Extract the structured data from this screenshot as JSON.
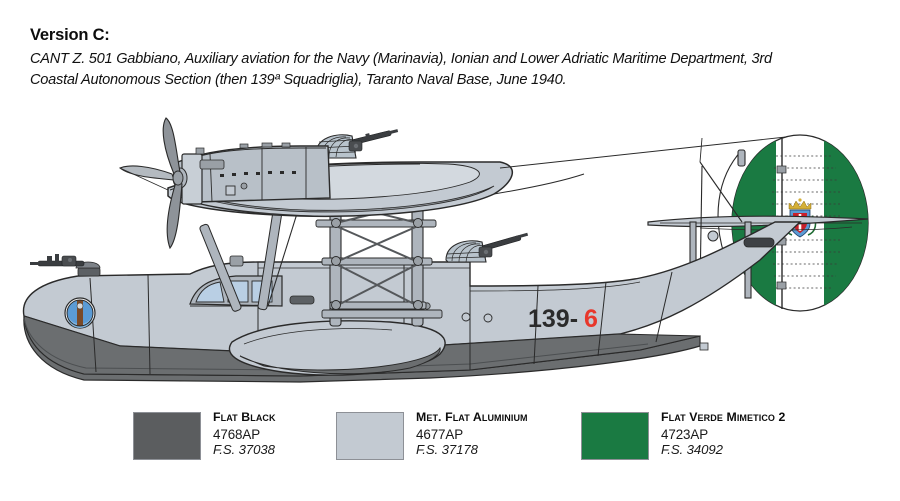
{
  "header": {
    "version_title": "Version C:",
    "caption": "CANT Z. 501 Gabbiano, Auxiliary aviation for the Navy (Marinavia), Ionian and Lower Adriatic Maritime Department, 3rd Coastal Autonomous Section (then 139ª Squadriglia), Taranto Naval Base, June 1940."
  },
  "artwork": {
    "subject": "CANT Z.501 Gabbiano flying boat, left side profile",
    "fuselage_code_prefix": "139-",
    "fuselage_code_suffix": "6",
    "fuselage_code_suffix_color": "#e8372b",
    "fuselage_code_prefix_color": "#2b2b2b",
    "colors": {
      "upper_gray": "#c3cad2",
      "hull_dark_gray": "#6b6e70",
      "outline": "#2a2a2a",
      "tail_green": "#1a7a42",
      "tail_white": "#ffffff",
      "glazing_blue": "#b9cfe4",
      "propeller_gray": "#8e9399",
      "strut_gray": "#aeb5bd",
      "roundel_blue": "#5b9bd5",
      "roundel_brown": "#7a4a28",
      "crest_gold": "#d4af37",
      "crest_red": "#c9202a"
    },
    "labels": {
      "nose_turret": "nose machine-gun turret",
      "dorsal_turret": "dorsal machine-gun turret",
      "rear_turret": "rear machine-gun turret",
      "engine": "Isotta Fraschini engine nacelle",
      "propeller": "three-blade propeller",
      "wing": "parasol wing",
      "tail": "tail fin with Italian green/white markings and royal crest",
      "float": "stabilizing float / sponson",
      "cockpit": "cockpit canopy glazing",
      "hull": "boat hull",
      "antenna": "antenna wire"
    }
  },
  "legend": {
    "items": [
      {
        "name": "Flat Black",
        "code": "4768AP",
        "fs": "F.S. 37038",
        "color": "#5b5d5f"
      },
      {
        "name": "Met. Flat Aluminium",
        "code": "4677AP",
        "fs": "F.S. 37178",
        "color": "#c3cad2"
      },
      {
        "name": "Flat Verde Mimetico 2",
        "code": "4723AP",
        "fs": "F.S. 34092",
        "color": "#1a7a42"
      }
    ]
  }
}
